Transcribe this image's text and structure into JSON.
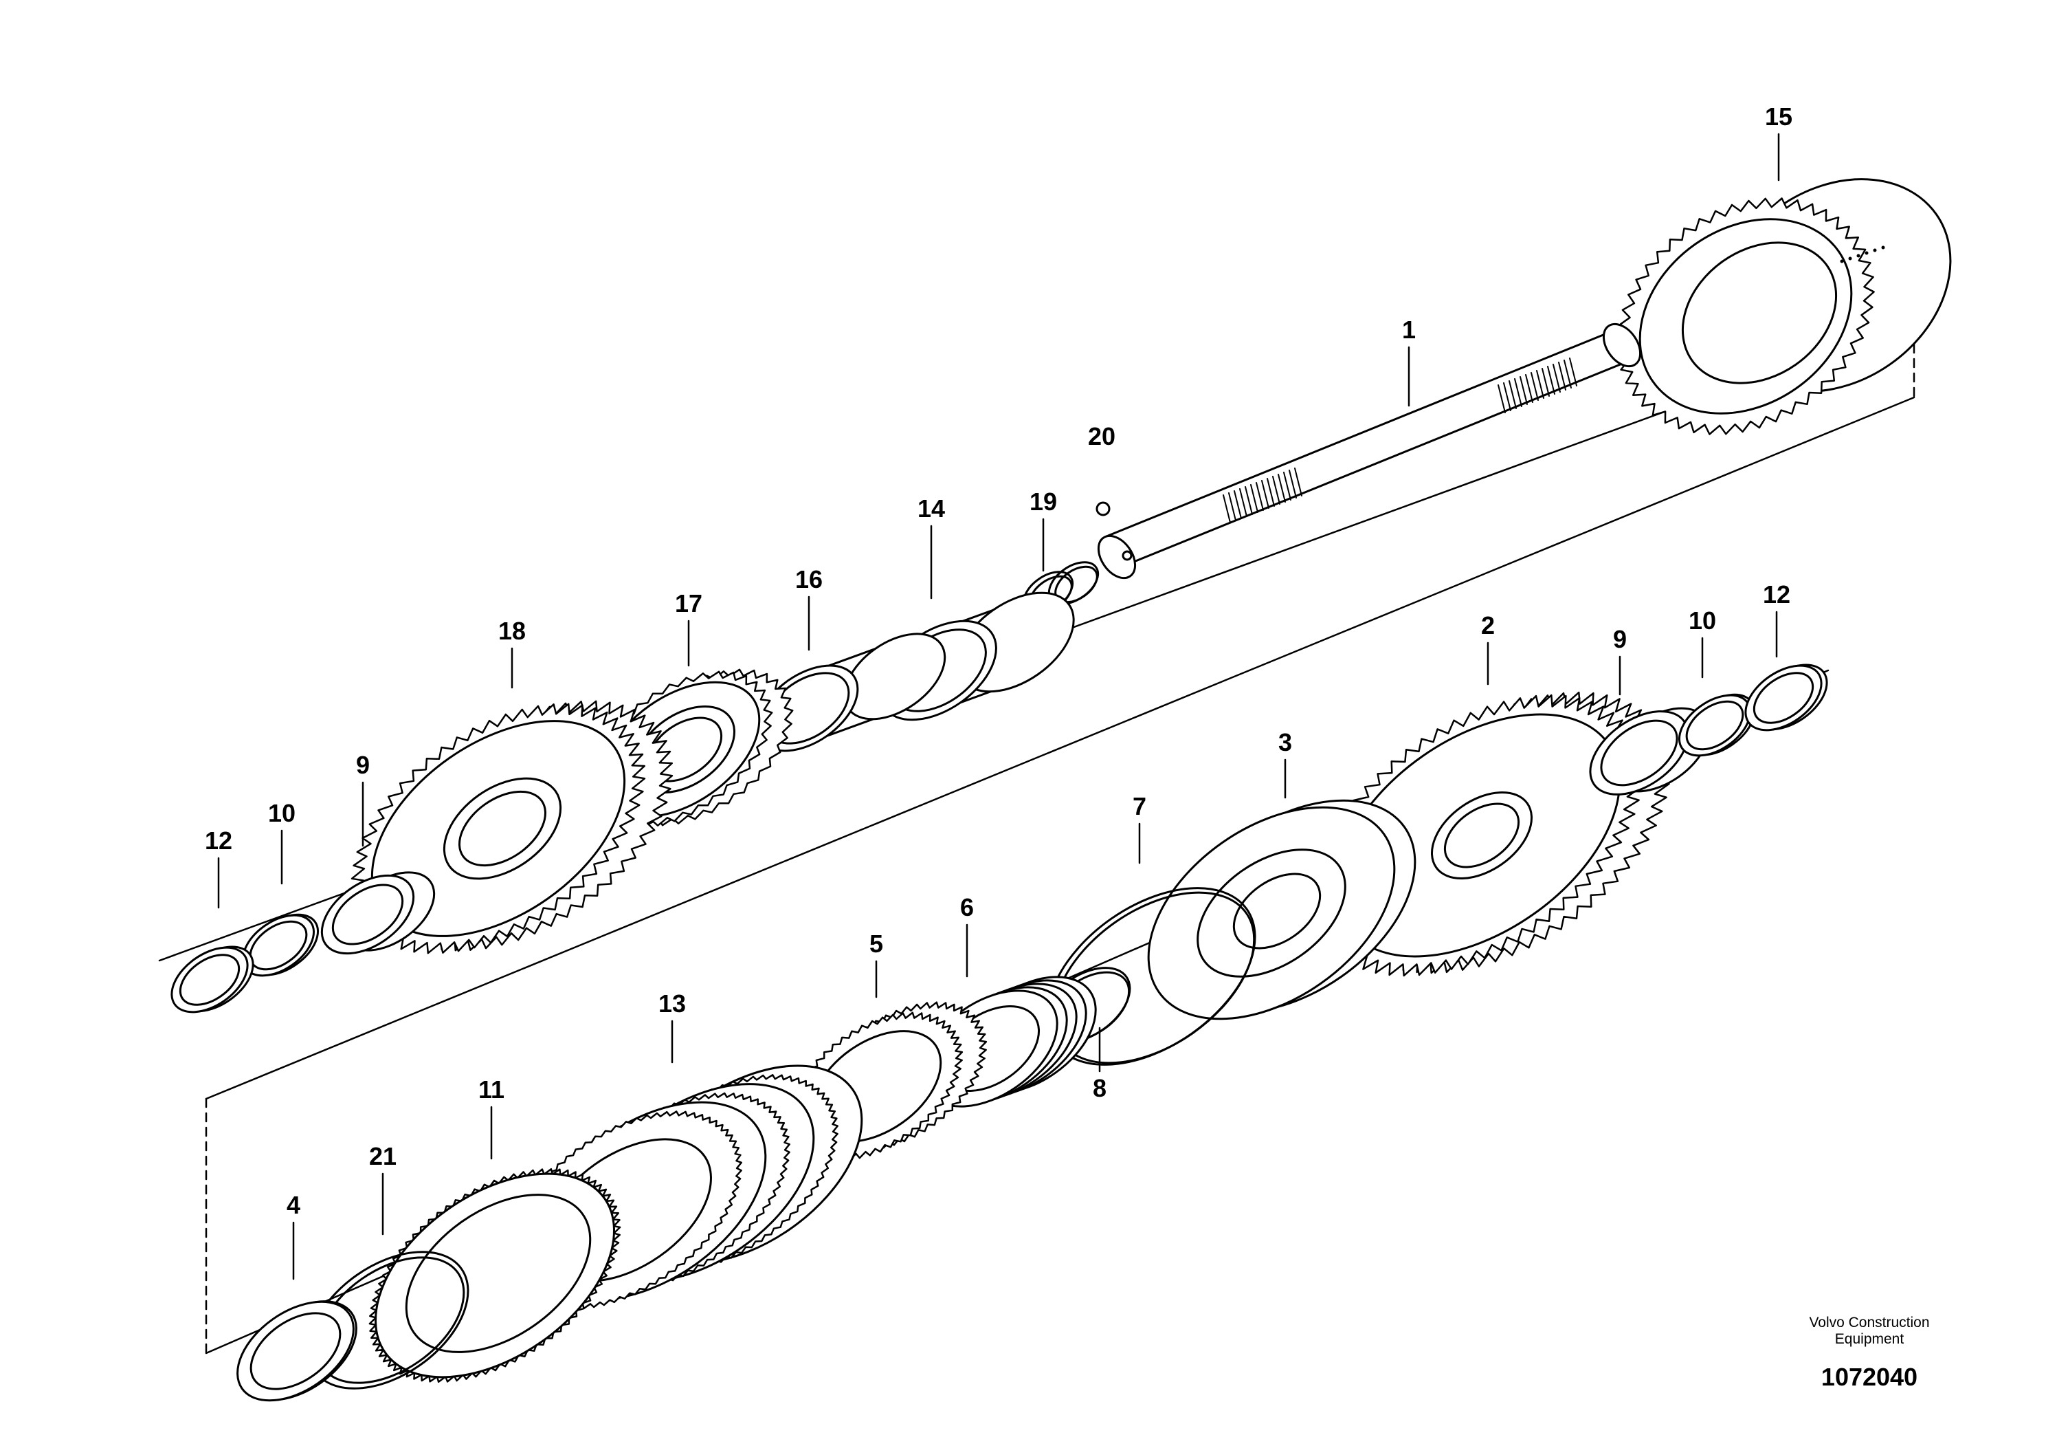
{
  "diagram": {
    "line_color": "#000000",
    "background": "#ffffff"
  },
  "parts": [
    {
      "id": "1",
      "label": "1",
      "icon": "shaft-icon"
    },
    {
      "id": "2",
      "label": "2",
      "icon": "gear-icon"
    },
    {
      "id": "3",
      "label": "3",
      "icon": "piston-icon"
    },
    {
      "id": "4",
      "label": "4",
      "icon": "thrust-washer-icon"
    },
    {
      "id": "5",
      "label": "5",
      "icon": "clutch-hub-icon"
    },
    {
      "id": "6",
      "label": "6",
      "icon": "spring-package-icon"
    },
    {
      "id": "7",
      "label": "7",
      "icon": "seal-ring-icon"
    },
    {
      "id": "8",
      "label": "8",
      "icon": "seal-ring-icon"
    },
    {
      "id": "9",
      "label": "9",
      "icon": "bearing-icon"
    },
    {
      "id": "9b",
      "label": "9",
      "icon": "bearing-icon"
    },
    {
      "id": "10",
      "label": "10",
      "icon": "washer-icon"
    },
    {
      "id": "10b",
      "label": "10",
      "icon": "washer-icon"
    },
    {
      "id": "11",
      "label": "11",
      "icon": "end-plate-icon"
    },
    {
      "id": "12",
      "label": "12",
      "icon": "lock-nut-icon"
    },
    {
      "id": "12b",
      "label": "12",
      "icon": "lock-nut-icon"
    },
    {
      "id": "13",
      "label": "13",
      "icon": "clutch-disc-pack-icon"
    },
    {
      "id": "14",
      "label": "14",
      "icon": "sleeve-icon"
    },
    {
      "id": "15",
      "label": "15",
      "icon": "clutch-drum-icon"
    },
    {
      "id": "16",
      "label": "16",
      "icon": "bushing-icon"
    },
    {
      "id": "17",
      "label": "17",
      "icon": "gear-icon"
    },
    {
      "id": "18",
      "label": "18",
      "icon": "gear-icon"
    },
    {
      "id": "19",
      "label": "19",
      "icon": "piston-ring-icon"
    },
    {
      "id": "20",
      "label": "20",
      "icon": "ball-icon"
    },
    {
      "id": "21",
      "label": "21",
      "icon": "snap-ring-icon"
    }
  ],
  "footer": {
    "company_line1": "Volvo Construction",
    "company_line2": "Equipment",
    "document_number": "1072040"
  }
}
